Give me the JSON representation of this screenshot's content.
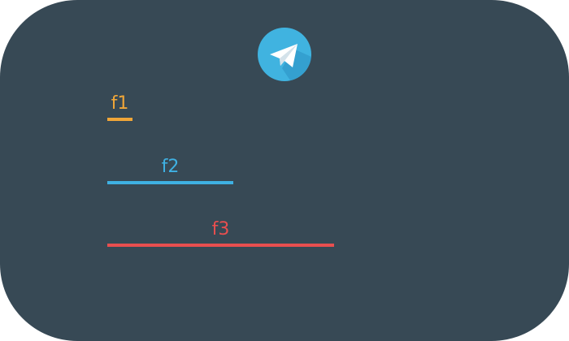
{
  "logo": {
    "icon": "telegram-paper-plane-icon",
    "circle_color": "#40b3e0",
    "shadow_color": "#2a8fc3",
    "plane_color": "#ffffff",
    "plane_shade": "#d4e2ea"
  },
  "bars": [
    {
      "label": "f1",
      "value": 1,
      "color": "#f0a638"
    },
    {
      "label": "f2",
      "value": 5,
      "color": "#3fb1e3"
    },
    {
      "label": "f3",
      "value": 9,
      "color": "#e84f4f"
    }
  ]
}
